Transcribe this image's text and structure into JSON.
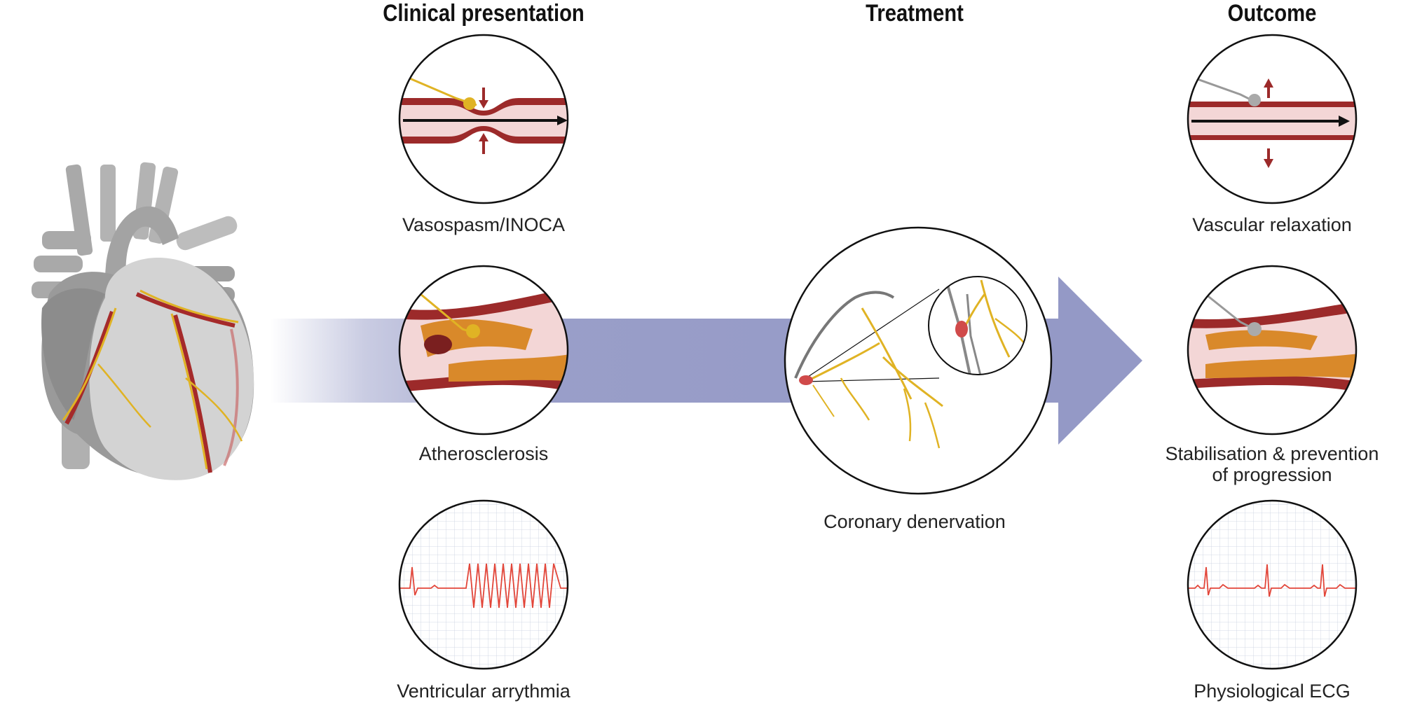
{
  "columns": {
    "clinical": "Clinical presentation",
    "treatment": "Treatment",
    "outcome": "Outcome"
  },
  "clinical": {
    "vasospasm": "Vasospasm/INOCA",
    "atherosclerosis": "Atherosclerosis",
    "arrhythmia": "Ventricular arrythmia"
  },
  "treatment": {
    "denervation": "Coronary denervation"
  },
  "outcome": {
    "relaxation": "Vascular relaxation",
    "stabilisation_line1": "Stabilisation & prevention",
    "stabilisation_line2": "of progression",
    "ecg": "Physiological ECG"
  },
  "colors": {
    "arrow": "#9499c6",
    "vessel_wall": "#9c2a2a",
    "vessel_lumen": "#f3d6d6",
    "nerve": "#e0b324",
    "plaque": "#d9892a",
    "heart": "#c9c9c9",
    "ecg": "#e2463a"
  }
}
